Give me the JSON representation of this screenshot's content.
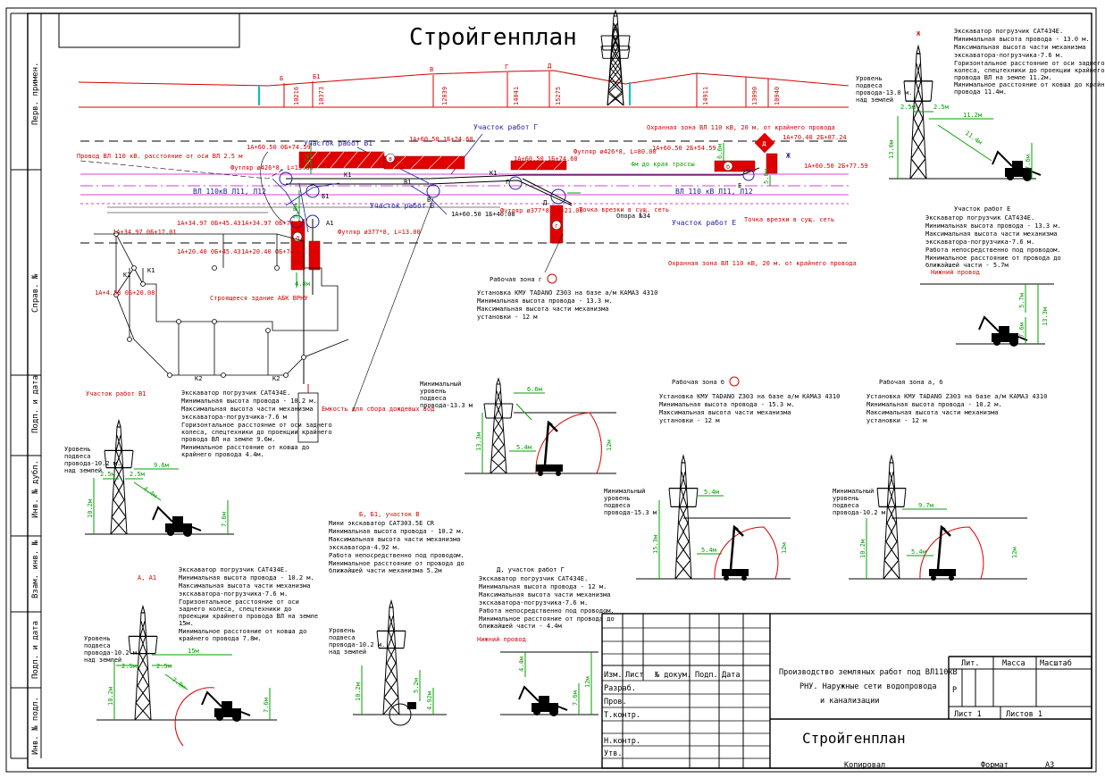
{
  "title": "Стройгенплан",
  "side_labels": [
    "Перв. примен.",
    "Справ. №",
    "Подп. и дата",
    "Инв. № дубл.",
    "Взам. инв. №",
    "Подп. и дата",
    "Инв. № подл."
  ],
  "stamp": {
    "headers": [
      "Изм.",
      "Лист",
      "№ докум.",
      "Подп.",
      "Дата"
    ],
    "rows": [
      "Разраб.",
      "Пров.",
      "Т.контр.",
      "Н.контр.",
      "Утв."
    ],
    "doc_title_lines": [
      "Производство земляных работ под ВЛ110кВ",
      "РНУ. Наружные сети водопровода",
      "и канализации"
    ],
    "lit": "Лит.",
    "mass": "Масса",
    "scale": "Масштаб",
    "lit_value": "Р",
    "sheet": "Лист 1",
    "sheets": "Листов 1",
    "drawing_name": "Стройгенплан",
    "copied": "Копировал",
    "format": "Формат",
    "format_value": "А3"
  },
  "plan": {
    "profile_letters": [
      "Б",
      "Б1",
      "В",
      "Г",
      "Д"
    ],
    "profile_dims": [
      "10216",
      "10373",
      "12039",
      "14041",
      "15275",
      "14911",
      "13090",
      "10940"
    ],
    "labels": {
      "wire": "Провод ВЛ 110 кВ. расстояние от оси ВЛ 2.5 м",
      "vl": "ВЛ 110кВ Л11, Л12",
      "vl2": "ВЛ 110 кВ Л11, Л12",
      "zone_top": "Охранная зона ВЛ 110 кВ, 20 м. от крайнего провода",
      "zone_bottom": "Охранная зона ВЛ 110 кВ, 20 м. от крайнего провода",
      "site_b1": "Участок работ В1",
      "site_g": "Участок работ Г",
      "site_v": "Участок работ В",
      "site_e": "Участок работ Е",
      "building": "Строящееся здание АБК ВРНУ",
      "tank": "Емкость для сбора дождевых вод",
      "support": "Опора №34",
      "tie_in1": "Точка врезки в сущ. сеть",
      "tie_in2": "Точка врезки в сущ. сеть",
      "edge": "4м до края трассы"
    },
    "marks": [
      "1А+60.50 0Б+74.59",
      "1А+60.50 1Б+24.60",
      "1А+60.50 1Б+74.60",
      "1А+60.50 2Б+54.59",
      "1А+70.40 2Б+87.24",
      "1А+60.50 2Б+77.59",
      "1А+60.50 1Б+40.08",
      "1А+34.97 0Б+17.01",
      "1А+34.97 0Б+45.43",
      "1А+34.97 0Б+74.59",
      "1А+20.40 0Б+45.43",
      "1А+20.40 0Б+74.59",
      "1А+4.53 0Б+20.08"
    ],
    "pipes": [
      "Футляр ø426*8, L=13.00",
      "Футляр ø377*8, L=13.00",
      "Футляр ø377*8, L=21.00",
      "Футляр ø426*8, L=80.00"
    ],
    "nodes": [
      "К1",
      "К1",
      "К2",
      "К2",
      "К2",
      "К1",
      "В1",
      "В",
      "Г",
      "Д",
      "Е",
      "Ж",
      "А1",
      "Б1"
    ],
    "dims": [
      "5.7м",
      "5.0м",
      "4.8м",
      "6.6м",
      "5.0м"
    ]
  },
  "panels": {
    "zone_g": {
      "title": "Рабочая зона г",
      "text": [
        "Установка КМУ TADANO Z303 на базе а/м КАМАЗ 4310",
        "Минимальная высота провода - 13.3 м.",
        "Максимальная высота части механизма",
        "установки - 12 м"
      ],
      "level": [
        "Минимальный",
        "уровень",
        "подвеса",
        "провода-13.3 м"
      ],
      "dims": [
        "6.6м",
        "5.4м",
        "13.3м",
        "12м"
      ]
    },
    "zone_b": {
      "title": "Рабочая зона б",
      "text": [
        "Установка КМУ TADANO Z303 на базе а/м КАМАЗ 4310",
        "Минимальная высота провода - 15.3 м.",
        "Максимальная высота части механизма",
        "установки - 12 м"
      ],
      "level": [
        "Минимальный",
        "уровень",
        "подвеса",
        "провода-15.3 м"
      ],
      "dims": [
        "5.4м",
        "5.4м",
        "15.3м",
        "12м"
      ]
    },
    "zone_ab": {
      "title": "Рабочая зона а, б",
      "text": [
        "Установка КМУ TADANO Z303 на базе а/м КАМАЗ 4310",
        "Минимальная высота провода - 10.2 м.",
        "Максимальная высота части механизма",
        "установки - 12 м"
      ],
      "level": [
        "Минимальный",
        "уровень",
        "подвеса",
        "провода-10.2 м"
      ],
      "dims": [
        "9.7м",
        "5.4м",
        "10.2м",
        "12м"
      ]
    },
    "zone_zh": {
      "title": "Ж",
      "text": [
        "Экскаватор погрузчик CAT434E.",
        "Минимальная высота провода - 13.0 м.",
        "Максимальная высота части механизма",
        "экскаватора-погрузчика-7.6 м.",
        "Горизонтальное расстояние от оси заднего",
        "колеса, спецтехники до проекции крайнего",
        "провода ВЛ на земле 11.2м.",
        "Минимальное расстояние от ковша до крайнего",
        "провода 11.4м."
      ],
      "level": [
        "Уровень",
        "подвеса",
        "провода-13.0 м.",
        "над землей"
      ],
      "dims": [
        "2.5м",
        "2.5м",
        "11.2м",
        "11.4м",
        "13.0м",
        "7.6м"
      ]
    },
    "site_e": {
      "title": "Участок работ Е",
      "text": [
        "Экскаватор погрузчик CAT434E.",
        "Минимальная высота провода - 13.3 м.",
        "Максимальная высота части механизма",
        "экскаватора-погрузчика-7.6 м.",
        "Работа непосредственно под проводом.",
        "Минимальное расстояние от провода до",
        "ближайшей части - 5.7м"
      ],
      "lower": "Нижний провод",
      "dims": [
        "5.7м",
        "7.6м",
        "13.3м"
      ]
    },
    "site_b1": {
      "title": "Участок работ В1",
      "text": [
        "Экскаватор погрузчик CAT434E.",
        "Минимальная высота провода - 10.2 м.",
        "Максимальная высота части механизма",
        "экскаватора-погрузчика-7.6 м",
        "Горизонтальное расстояние от оси заднего",
        "колеса, спецтехники до проекции крайнего",
        "провода ВЛ на земле 9.6м.",
        "Минимальное расстояние от ковша до",
        "крайнего провода 4.4м."
      ],
      "level": [
        "Уровень",
        "подвеса",
        "провода-10.2 м.",
        "над землей"
      ],
      "dims": [
        "9.6м",
        "2.5м",
        "2.5м",
        "4.4м",
        "10.2м",
        "7.6м"
      ]
    },
    "site_aa1": {
      "title": "А, А1",
      "text": [
        "Экскаватор погрузчик CAT434E.",
        "Минимальная высота провода - 10.2 м.",
        "Максимальная высота части механизма",
        "экскаватора-погрузчика-7.6 м.",
        "Горизонтальное расстояние от оси",
        "заднего колеса, спецтехники до",
        "проекции крайнего провода ВЛ на земле",
        "15м.",
        "Минимальное расстояние от ковша до",
        "крайнего провода 7.8м."
      ],
      "level": [
        "Уровень",
        "подвеса",
        "провода-10.2 м.",
        "над землей"
      ],
      "dims": [
        "15м",
        "2.5м",
        "2.5м",
        "7.8м",
        "10.2м",
        "7.6м"
      ]
    },
    "site_bb1v": {
      "title": "Б, Б1, участок В",
      "text": [
        "Мини экскаватор CAT303.5E CR",
        "Минимальная высота провода - 10.2 м.",
        "Максимальная высота части механизма",
        "экскаватора-4.92 м.",
        "Работа непосредственно под проводом.",
        "Минимальное расстояние от провода до",
        "ближайшей части механизма 5.2м"
      ],
      "level": [
        "Уровень",
        "подвеса",
        "провода-10.2 м.",
        "над землей"
      ],
      "dims": [
        "10.2м",
        "5.2м",
        "4.92м"
      ]
    },
    "site_dg": {
      "title": "Д, участок работ Г",
      "text": [
        "Экскаватор погрузчик CAT434E.",
        "Минимальная высота провода - 12 м.",
        "Максимальная высота части механизма",
        "экскаватора-погрузчика-7.6 м.",
        "Работа непосредственно под проводом.",
        "Минимальное расстояние от провода до",
        "ближайшей части - 4.4м"
      ],
      "lower": "Нижний провод",
      "dims": [
        "4.4м",
        "7.6м",
        "12м"
      ]
    }
  }
}
